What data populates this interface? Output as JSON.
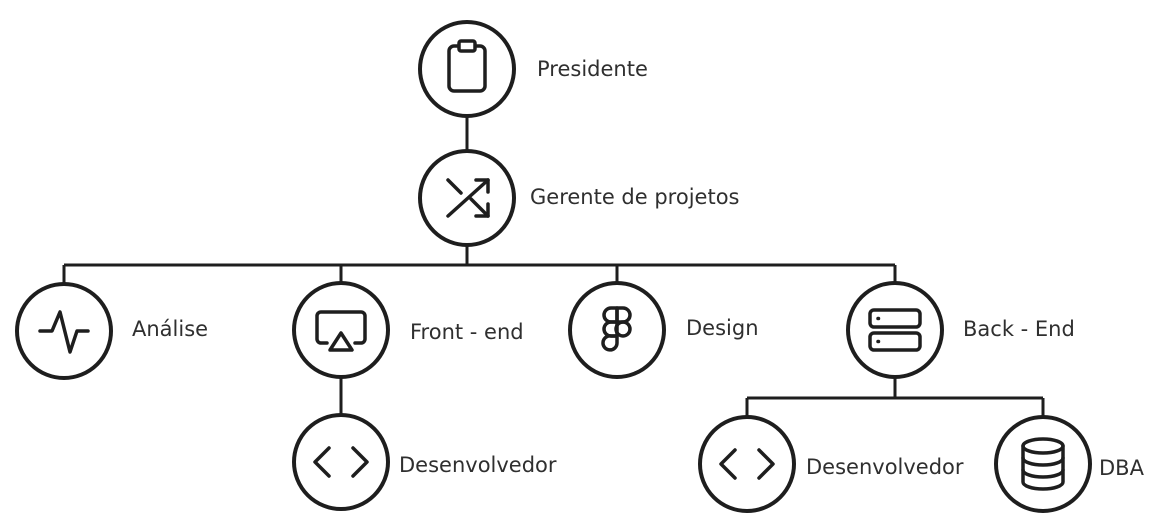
{
  "nodes": {
    "presidente": {
      "label": "Presidente",
      "icon": "clipboard-icon"
    },
    "gerente": {
      "label": "Gerente de projetos",
      "icon": "shuffle-icon"
    },
    "analise": {
      "label": "Análise",
      "icon": "activity-icon"
    },
    "frontend": {
      "label": "Front - end",
      "icon": "airplay-icon"
    },
    "design": {
      "label": "Design",
      "icon": "figma-icon"
    },
    "backend": {
      "label": "Back - End",
      "icon": "server-icon"
    },
    "front_dev": {
      "label": "Desenvolvedor",
      "icon": "code-icon"
    },
    "back_dev": {
      "label": "Desenvolvedor",
      "icon": "code-icon"
    },
    "dba": {
      "label": "DBA",
      "icon": "database-icon"
    }
  },
  "colors": {
    "stroke": "#1e1e1e",
    "fill": "#ffffff",
    "text": "#2f2f2f"
  }
}
